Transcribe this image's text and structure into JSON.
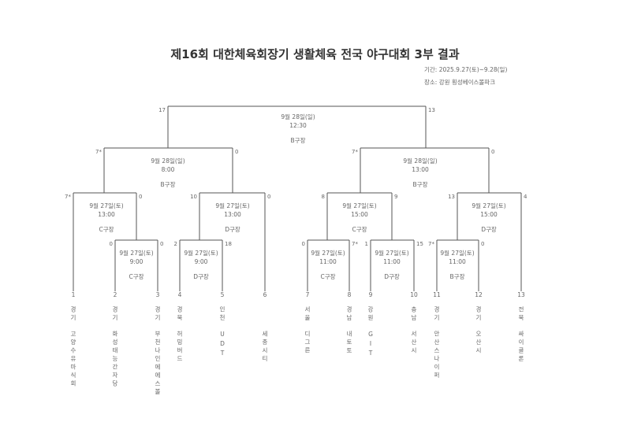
{
  "header": {
    "title": "제16회 대한체육회장기 생활체육 전국 야구대회 3부 결과",
    "period": "기간: 2025.9.27(토)~9.28(일)",
    "venue": "장소: 강원 횡성베이스볼파크"
  },
  "matches": [
    {
      "id": "final",
      "date": "9월 28일(일)",
      "time": "12:30",
      "venue": "B구장",
      "score_left": "17",
      "score_right": "13"
    },
    {
      "id": "semi-left",
      "date": "9월 28일(일)",
      "time": "8:00",
      "venue": "B구장",
      "score_left": "7*",
      "score_right": "0"
    },
    {
      "id": "semi-right",
      "date": "9월 28일(일)",
      "time": "13:00",
      "venue": "B구장",
      "score_left": "7*",
      "score_right": "0"
    },
    {
      "id": "quarter-1",
      "date": "9월 27일(토)",
      "time": "13:00",
      "venue": "C구장",
      "score_left": "7*",
      "score_right": "0"
    },
    {
      "id": "quarter-2",
      "date": "9월 27일(토)",
      "time": "13:00",
      "venue": "D구장",
      "score_left": "10",
      "score_right": "0"
    },
    {
      "id": "quarter-3",
      "date": "9월 27일(토)",
      "time": "15:00",
      "venue": "C구장",
      "score_left": "8",
      "score_right": "9"
    },
    {
      "id": "quarter-4",
      "date": "9월 27일(토)",
      "time": "15:00",
      "venue": "D구장",
      "score_left": "13",
      "score_right": "4"
    },
    {
      "id": "round1-a",
      "date": "9월 27일(토)",
      "time": "9:00",
      "venue": "C구장",
      "score_left": "0",
      "score_right": "0"
    },
    {
      "id": "round1-b",
      "date": "9월 27일(토)",
      "time": "9:00",
      "venue": "D구장",
      "score_left": "2",
      "score_right": "18"
    },
    {
      "id": "round1-c",
      "date": "9월 27일(토)",
      "time": "11:00",
      "venue": "C구장",
      "score_left": "0",
      "score_right": "7*"
    },
    {
      "id": "round1-d",
      "date": "9월 27일(토)",
      "time": "11:00",
      "venue": "D구장",
      "score_left": "1",
      "score_right": "15"
    },
    {
      "id": "round1-e",
      "date": "9월 27일(토)",
      "time": "11:00",
      "venue": "B구장",
      "score_left": "7*",
      "score_right": "0"
    }
  ],
  "teams": [
    {
      "number": "1",
      "region": "경기",
      "name": "고양수유마식회"
    },
    {
      "number": "2",
      "region": "경기",
      "name": "화성태능간자당"
    },
    {
      "number": "3",
      "region": "경기",
      "name": "부천나인에에스볼"
    },
    {
      "number": "4",
      "region": "경북",
      "name": "허밍버드"
    },
    {
      "number": "5",
      "region": "인천",
      "name": "UDT"
    },
    {
      "number": "6",
      "region": "",
      "name": "세종시티"
    },
    {
      "number": "7",
      "region": "서울",
      "name": "디그른"
    },
    {
      "number": "8",
      "region": "경남",
      "name": "내토토"
    },
    {
      "number": "9",
      "region": "강원",
      "name": "GIT"
    },
    {
      "number": "10",
      "region": "충남",
      "name": "서산시"
    },
    {
      "number": "11",
      "region": "경기",
      "name": "안산스나이퍼"
    },
    {
      "number": "12",
      "region": "경기",
      "name": "오산시"
    },
    {
      "number": "13",
      "region": "전북",
      "name": "싸이클론"
    }
  ]
}
